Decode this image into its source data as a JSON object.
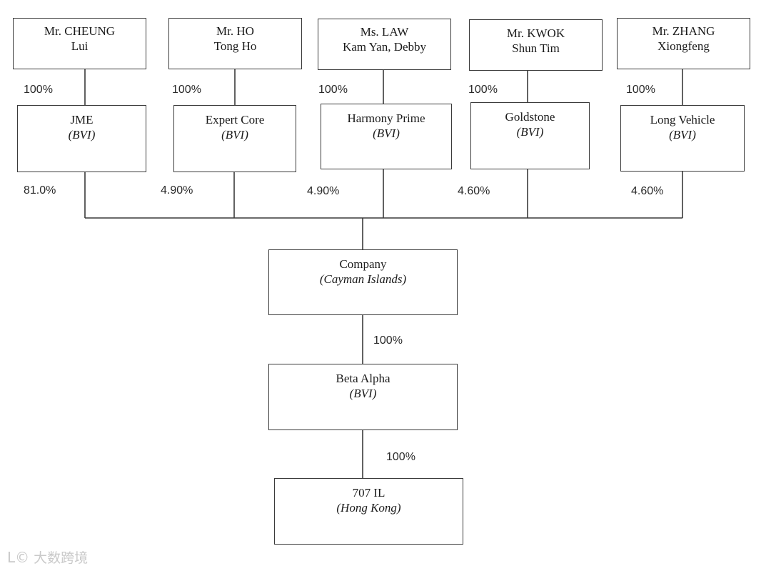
{
  "shareholders": [
    {
      "name": "Mr. CHEUNG",
      "sub": "Lui",
      "pct": "100%"
    },
    {
      "name": "Mr. HO",
      "sub": "Tong Ho",
      "pct": "100%"
    },
    {
      "name": "Ms. LAW",
      "sub": "Kam Yan, Debby",
      "pct": "100%"
    },
    {
      "name": "Mr. KWOK",
      "sub": "Shun Tim",
      "pct": "100%"
    },
    {
      "name": "Mr. ZHANG",
      "sub": "Xiongfeng",
      "pct": "100%"
    }
  ],
  "holdcos": [
    {
      "name": "JME",
      "juris": "(BVI)",
      "pct": "81.0%"
    },
    {
      "name": "Expert Core",
      "juris": "(BVI)",
      "pct": "4.90%"
    },
    {
      "name": "Harmony Prime",
      "juris": "(BVI)",
      "pct": "4.90%"
    },
    {
      "name": "Goldstone",
      "juris": "(BVI)",
      "pct": "4.60%"
    },
    {
      "name": "Long Vehicle",
      "juris": "(BVI)",
      "pct": "4.60%"
    }
  ],
  "company": {
    "name": "Company",
    "juris": "(Cayman Islands)",
    "pct_down": "100%"
  },
  "beta_alpha": {
    "name": "Beta Alpha",
    "juris": "(BVI)",
    "pct_down": "100%"
  },
  "il707": {
    "name": "707 IL",
    "juris": "(Hong Kong)"
  },
  "watermark": {
    "text": "大数跨境",
    "logo_text": "L©"
  }
}
